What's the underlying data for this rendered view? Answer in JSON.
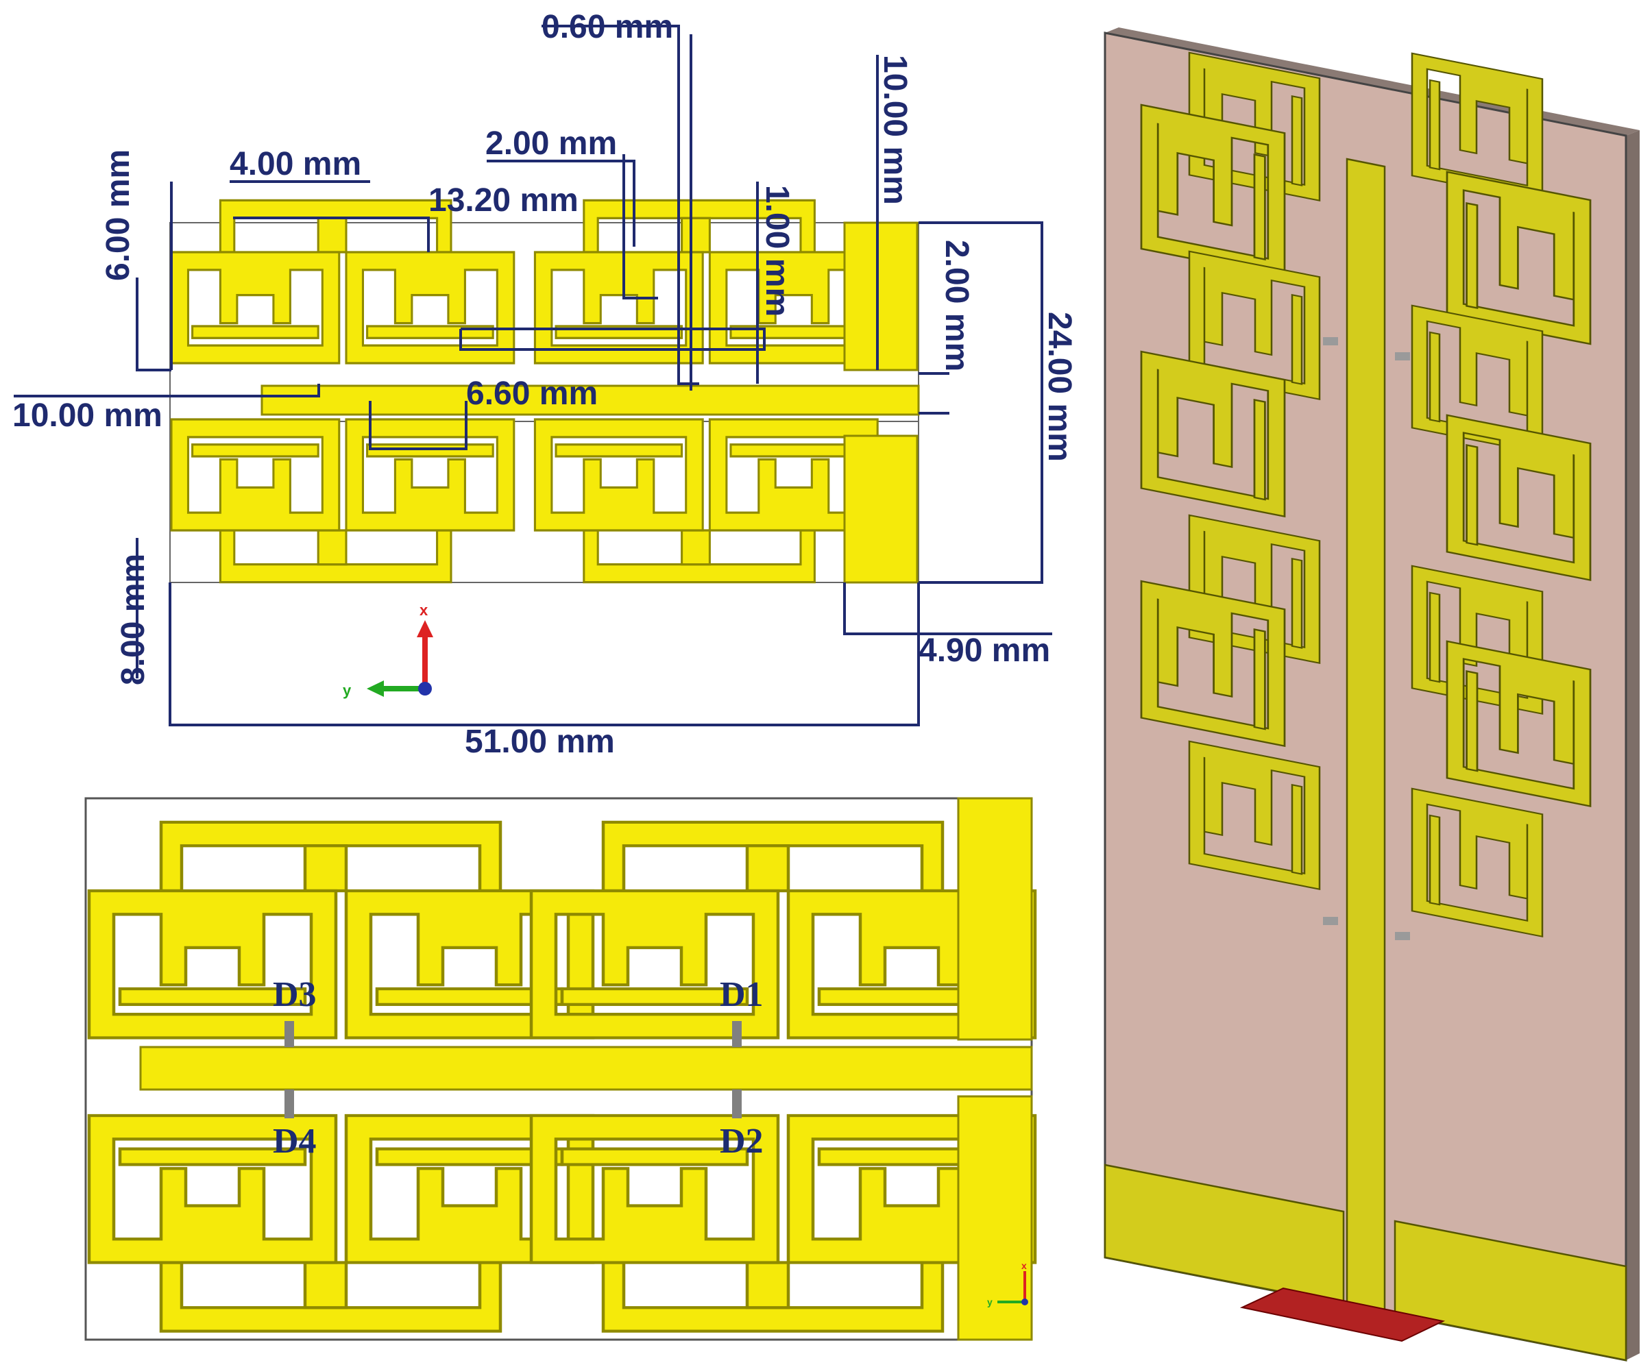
{
  "top_view": {
    "dimensions": {
      "d_0_60": "0.60 mm",
      "d_2_00_top": "2.00 mm",
      "d_4_00": "4.00 mm",
      "d_13_20": "13.20 mm",
      "d_6_00": "6.00 mm",
      "d_1_00": "1.00 mm",
      "d_10_00_vert": "10.00 mm",
      "d_2_00_vert": "2.00 mm",
      "d_24_00": "24.00 mm",
      "d_6_60": "6.60 mm",
      "d_10_00_left": "10.00 mm",
      "d_8_00": "8.00 mm",
      "d_4_90": "4.90 mm",
      "d_51_00": "51.00 mm"
    },
    "axes": {
      "x": "x",
      "y": "y"
    }
  },
  "bottom_view": {
    "diodes": [
      "D3",
      "D1",
      "D4",
      "D2"
    ],
    "axes": {
      "x": "x",
      "y": "y"
    }
  },
  "colors": {
    "metal": "#f5ea0a",
    "metal_3d": "#d3cc1c",
    "substrate_3d": "#cfb1a7",
    "dimension": "#1f2a6e",
    "diode": "#808080",
    "feed_port": "#b22222"
  }
}
